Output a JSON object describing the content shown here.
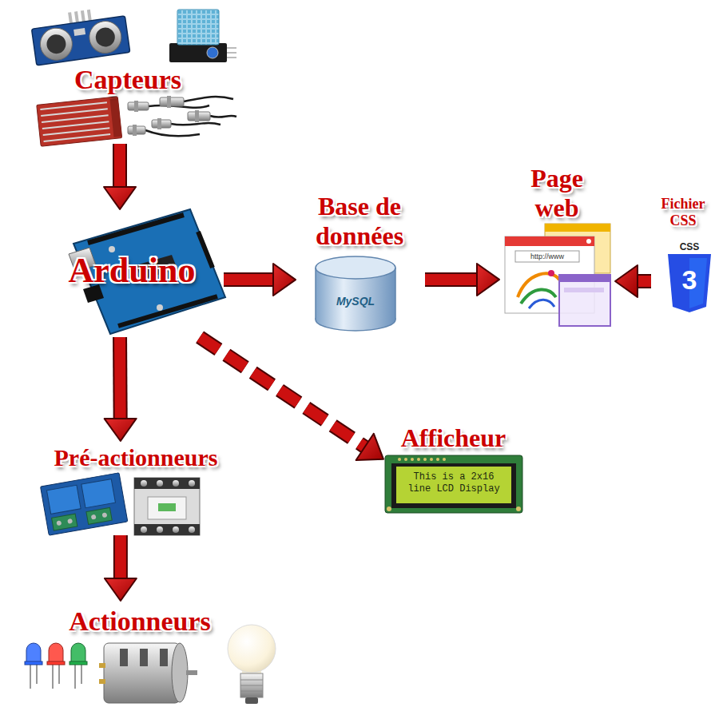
{
  "diagram": {
    "nodes": [
      {
        "text": [
          "Capteurs"
        ]
      },
      {
        "text": [
          "Arduino"
        ]
      },
      {
        "text": [
          "Base de données"
        ]
      },
      {
        "text": [
          "Page web"
        ]
      },
      {
        "text": [
          "Fichier CSS"
        ]
      },
      {
        "text": [
          "Afficheur"
        ]
      },
      {
        "text": [
          "Pré-actionneurs"
        ]
      },
      {
        "text": [
          "Actionneurs"
        ]
      }
    ],
    "edges": [
      {
        "from": 0,
        "to": 1,
        "arrow": "to"
      },
      {
        "from": 1,
        "to": 2,
        "arrow": "to"
      },
      {
        "from": 2,
        "to": 3,
        "arrow": "to"
      },
      {
        "from": 4,
        "to": 3,
        "arrow": "to"
      },
      {
        "from": 1,
        "to": 5,
        "arrow": "to"
      },
      {
        "from": 1,
        "to": 6,
        "arrow": "to"
      },
      {
        "from": 6,
        "to": 7,
        "arrow": "to"
      }
    ],
    "labels": [
      "MySQL",
      "http://www",
      "CSS",
      "3",
      "This is a 2x16 line LCD Display"
    ]
  }
}
